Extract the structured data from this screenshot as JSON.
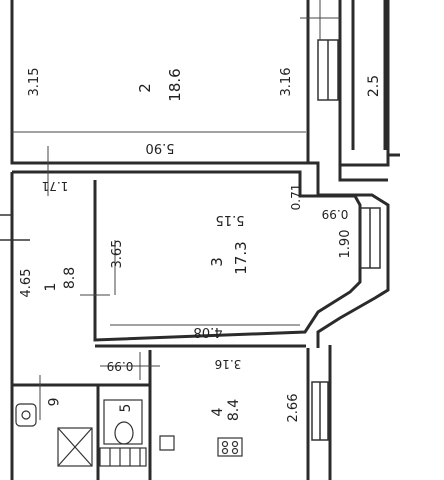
{
  "rooms": [
    {
      "id": "2",
      "number": "2",
      "area": "18.6"
    },
    {
      "id": "3",
      "number": "3",
      "area": "17.3"
    },
    {
      "id": "1",
      "number": "1",
      "area": "8.8"
    },
    {
      "id": "4",
      "number": "4",
      "area": "8.4"
    },
    {
      "id": "5",
      "number": "5"
    },
    {
      "id": "6",
      "number": "6"
    }
  ],
  "dimensions": {
    "room2_left": "3.15",
    "room2_right": "3.16",
    "room2_bottom": "5.90",
    "balcony": "2.5",
    "room1_top": "1.71",
    "room1_left": "4.65",
    "room3_left": "3.65",
    "room3_top": "5.15",
    "room3_right": "1.90",
    "room3_bottom": "4.08",
    "corridor": "0.71",
    "niche": "0.99",
    "room4_top": "3.16",
    "room4_right": "2.66",
    "bath_top": "0.99"
  },
  "colors": {
    "wall": "#2b2b2b",
    "wall_fill": "#ffffff",
    "line": "#333333"
  }
}
